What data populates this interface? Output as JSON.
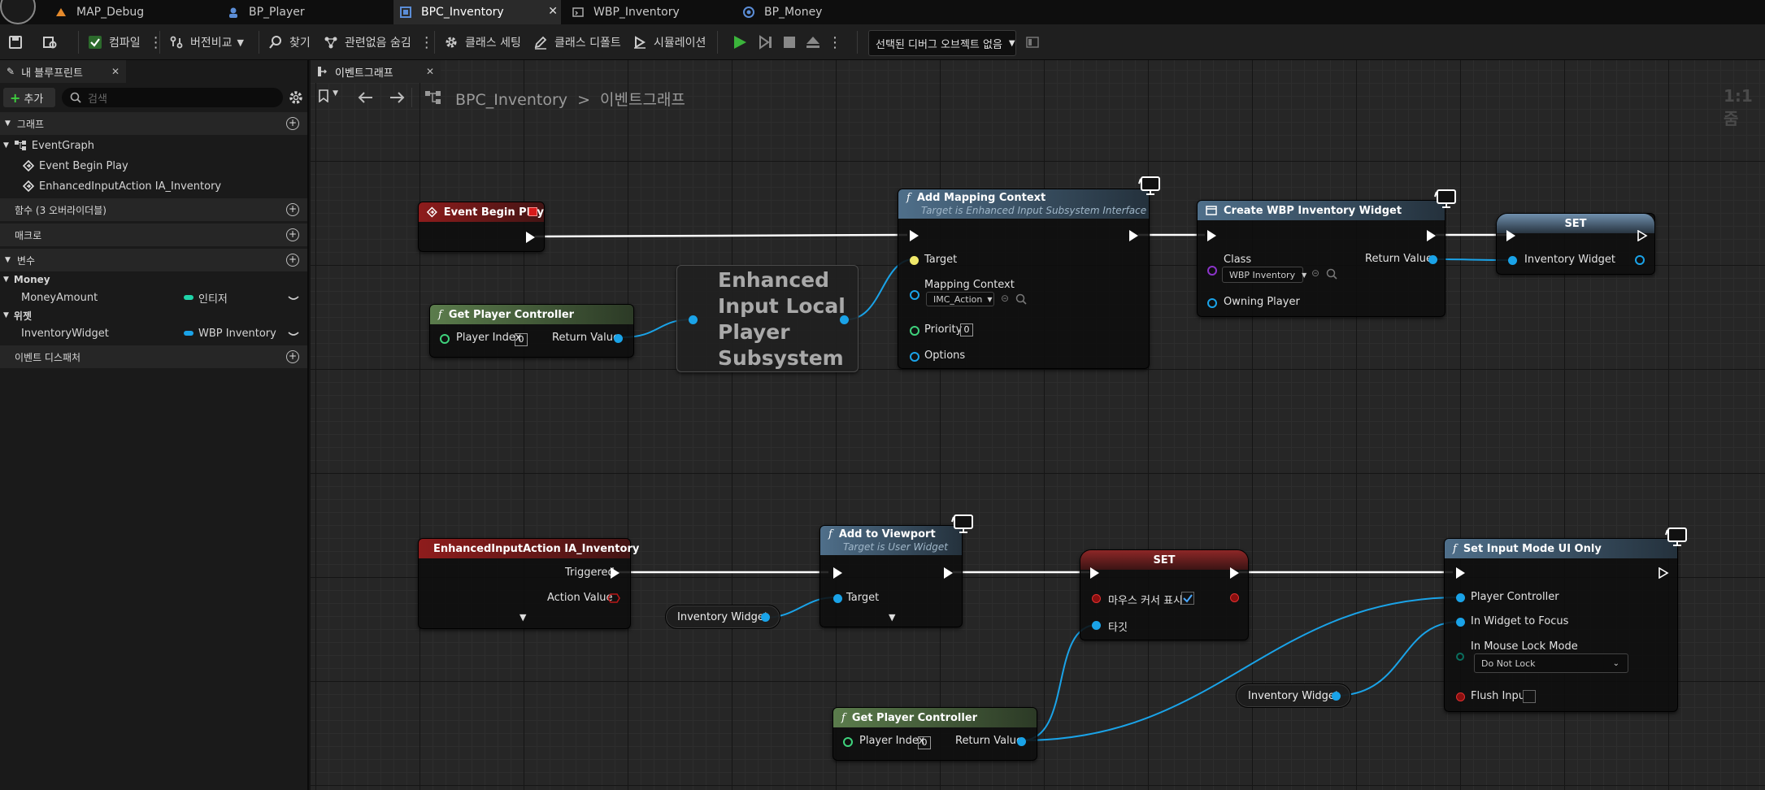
{
  "tabs": [
    {
      "label": "MAP_Debug",
      "icon_color": "#e58a2c"
    },
    {
      "label": "BP_Player",
      "icon_color": "#5b8dd6"
    },
    {
      "label": "BPC_Inventory",
      "icon_color": "#5b8dd6"
    },
    {
      "label": "WBP_Inventory",
      "icon_color": "#9a9a9a"
    },
    {
      "label": "BP_Money",
      "icon_color": "#5b8dd6"
    }
  ],
  "toolbar": {
    "compile": "컴파일",
    "diff": "버전비교",
    "find": "찾기",
    "hide_unrelated": "관련없음 숨김",
    "class_settings": "클래스 세팅",
    "class_defaults": "클래스 디폴트",
    "simulation": "시뮬레이션",
    "debug_object": "선택된 디버그 오브젝트 없음"
  },
  "left": {
    "panel_title": "내 블루프린트",
    "add": "추가",
    "search_placeholder": "검색",
    "graph_section": "그래프",
    "event_graph": "EventGraph",
    "events": [
      "Event Begin Play",
      "EnhancedInputAction IA_Inventory"
    ],
    "functions_section": "함수 (3 오버라이더블)",
    "macros_section": "매크로",
    "variables_section": "변수",
    "categories": [
      {
        "name": "Money",
        "var_name": "MoneyAmount",
        "var_type": "인티저",
        "type_color": "#1fd3a8"
      },
      {
        "name": "위젯",
        "var_name": "InventoryWidget",
        "var_type": "WBP Inventory",
        "type_color": "#1aa3e8"
      }
    ],
    "dispatchers_section": "이벤트 디스패처"
  },
  "graph": {
    "tab": "이벤트그래프",
    "breadcrumb_root": "BPC_Inventory",
    "breadcrumb_sep": ">",
    "breadcrumb_leaf": "이벤트그래프",
    "zoom": "1:1 줌"
  },
  "nodes": {
    "begin_play": {
      "title": "Event Begin Play"
    },
    "get_pc_1": {
      "title": "Get Player Controller",
      "player_index": "Player Index",
      "index_value": "0",
      "return": "Return Value"
    },
    "subsystem": {
      "line1": "Enhanced",
      "line2": "Input Local",
      "line3": "Player",
      "line4": "Subsystem"
    },
    "add_mapping": {
      "title": "Add Mapping Context",
      "subtitle": "Target is Enhanced Input Subsystem Interface",
      "target": "Target",
      "mapping_context": "Mapping Context",
      "mapping_value": "IMC_Action",
      "priority": "Priority",
      "priority_value": "0",
      "options": "Options"
    },
    "create_widget": {
      "title": "Create WBP Inventory Widget",
      "class": "Class",
      "class_value": "WBP Inventory",
      "return": "Return Value",
      "owning": "Owning Player"
    },
    "set_1": {
      "title": "SET",
      "pin": "Inventory Widget"
    },
    "ia_inventory": {
      "title": "EnhancedInputAction IA_Inventory",
      "triggered": "Triggered",
      "action_value": "Action Value"
    },
    "inv_widget_1": {
      "label": "Inventory Widget"
    },
    "add_viewport": {
      "title": "Add to Viewport",
      "subtitle": "Target is User Widget",
      "target": "Target"
    },
    "set_2": {
      "title": "SET",
      "cursor": "마우스 커서 표시",
      "target": "타깃"
    },
    "get_pc_2": {
      "title": "Get Player Controller",
      "player_index": "Player Index",
      "index_value": "0",
      "return": "Return Value"
    },
    "inv_widget_2": {
      "label": "Inventory Widget"
    },
    "set_input_mode": {
      "title": "Set Input Mode UI Only",
      "player_controller": "Player Controller",
      "widget_focus": "In Widget to Focus",
      "mouse_lock": "In Mouse Lock Mode",
      "mouse_lock_value": "Do Not Lock",
      "flush": "Flush Input"
    }
  },
  "colors": {
    "exec": "#ffffff",
    "object_pin": "#1aa3e8",
    "struct_pin": "#3fd27c",
    "wire": "#1aa3e8"
  }
}
